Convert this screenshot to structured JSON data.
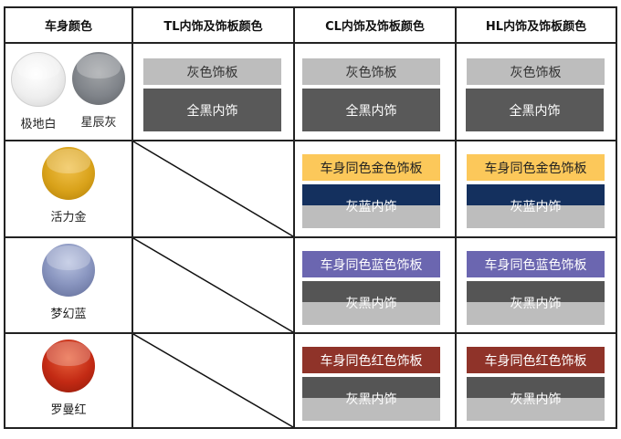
{
  "header": {
    "body_color": "车身颜色",
    "tl": "TL内饰及饰板颜色",
    "cl": "CL内饰及饰板颜色",
    "hl": "HL内饰及饰板颜色"
  },
  "rows": [
    {
      "swatches": [
        {
          "name": "极地白",
          "color": "#e8e8e8"
        },
        {
          "name": "星辰灰",
          "color": "#7d8084"
        }
      ],
      "tl": {
        "panel": "灰色饰板",
        "panel_color": "#bdbdbd",
        "interior": "全黑内饰",
        "interior_color": "#595959"
      },
      "cl": {
        "panel": "灰色饰板",
        "panel_color": "#bdbdbd",
        "interior": "全黑内饰",
        "interior_color": "#595959"
      },
      "hl": {
        "panel": "灰色饰板",
        "panel_color": "#bdbdbd",
        "interior": "全黑内饰",
        "interior_color": "#595959"
      }
    },
    {
      "swatches": [
        {
          "name": "活力金",
          "color": "#d9a21a"
        }
      ],
      "tl": null,
      "cl": {
        "panel": "车身同色金色饰板",
        "panel_color": "#fcc85a",
        "interior": "灰蓝内饰",
        "interior_top": "#14305e",
        "interior_bottom": "#bdbdbd"
      },
      "hl": {
        "panel": "车身同色金色饰板",
        "panel_color": "#fcc85a",
        "interior": "灰蓝内饰",
        "interior_top": "#14305e",
        "interior_bottom": "#bdbdbd"
      }
    },
    {
      "swatches": [
        {
          "name": "梦幻蓝",
          "color": "#7f8db8"
        }
      ],
      "tl": null,
      "cl": {
        "panel": "车身同色蓝色饰板",
        "panel_color": "#6b66b0",
        "interior": "灰黑内饰",
        "interior_top": "#555555",
        "interior_bottom": "#bdbdbd"
      },
      "hl": {
        "panel": "车身同色蓝色饰板",
        "panel_color": "#6b66b0",
        "interior": "灰黑内饰",
        "interior_top": "#555555",
        "interior_bottom": "#bdbdbd"
      }
    },
    {
      "swatches": [
        {
          "name": "罗曼红",
          "color": "#c32a14"
        }
      ],
      "tl": null,
      "cl": {
        "panel": "车身同色红色饰板",
        "panel_color": "#8f3329",
        "interior": "灰黑内饰",
        "interior_top": "#555555",
        "interior_bottom": "#bdbdbd"
      },
      "hl": {
        "panel": "车身同色红色饰板",
        "panel_color": "#8f3329",
        "interior": "灰黑内饰",
        "interior_top": "#555555",
        "interior_bottom": "#bdbdbd"
      }
    }
  ]
}
